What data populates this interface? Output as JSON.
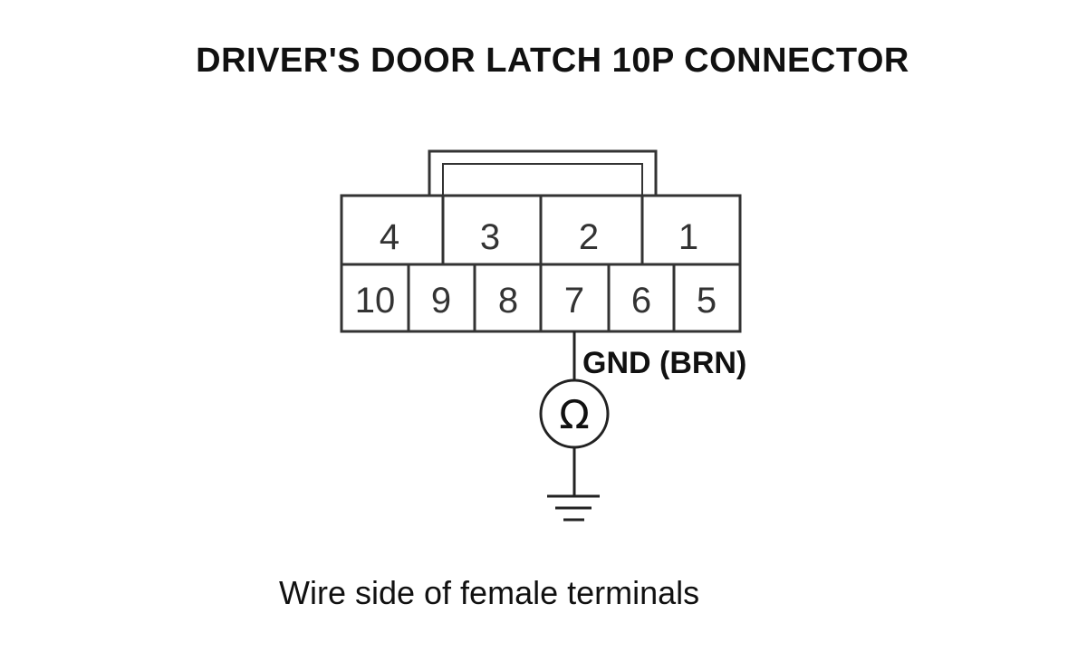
{
  "title": "DRIVER'S DOOR LATCH 10P CONNECTOR",
  "connector": {
    "top_row": [
      "4",
      "3",
      "2",
      "1"
    ],
    "bottom_row": [
      "10",
      "9",
      "8",
      "7",
      "6",
      "5"
    ]
  },
  "probe": {
    "terminal": "7",
    "label": "GND (BRN)",
    "meter_symbol": "Ω"
  },
  "caption": "Wire side of female terminals"
}
